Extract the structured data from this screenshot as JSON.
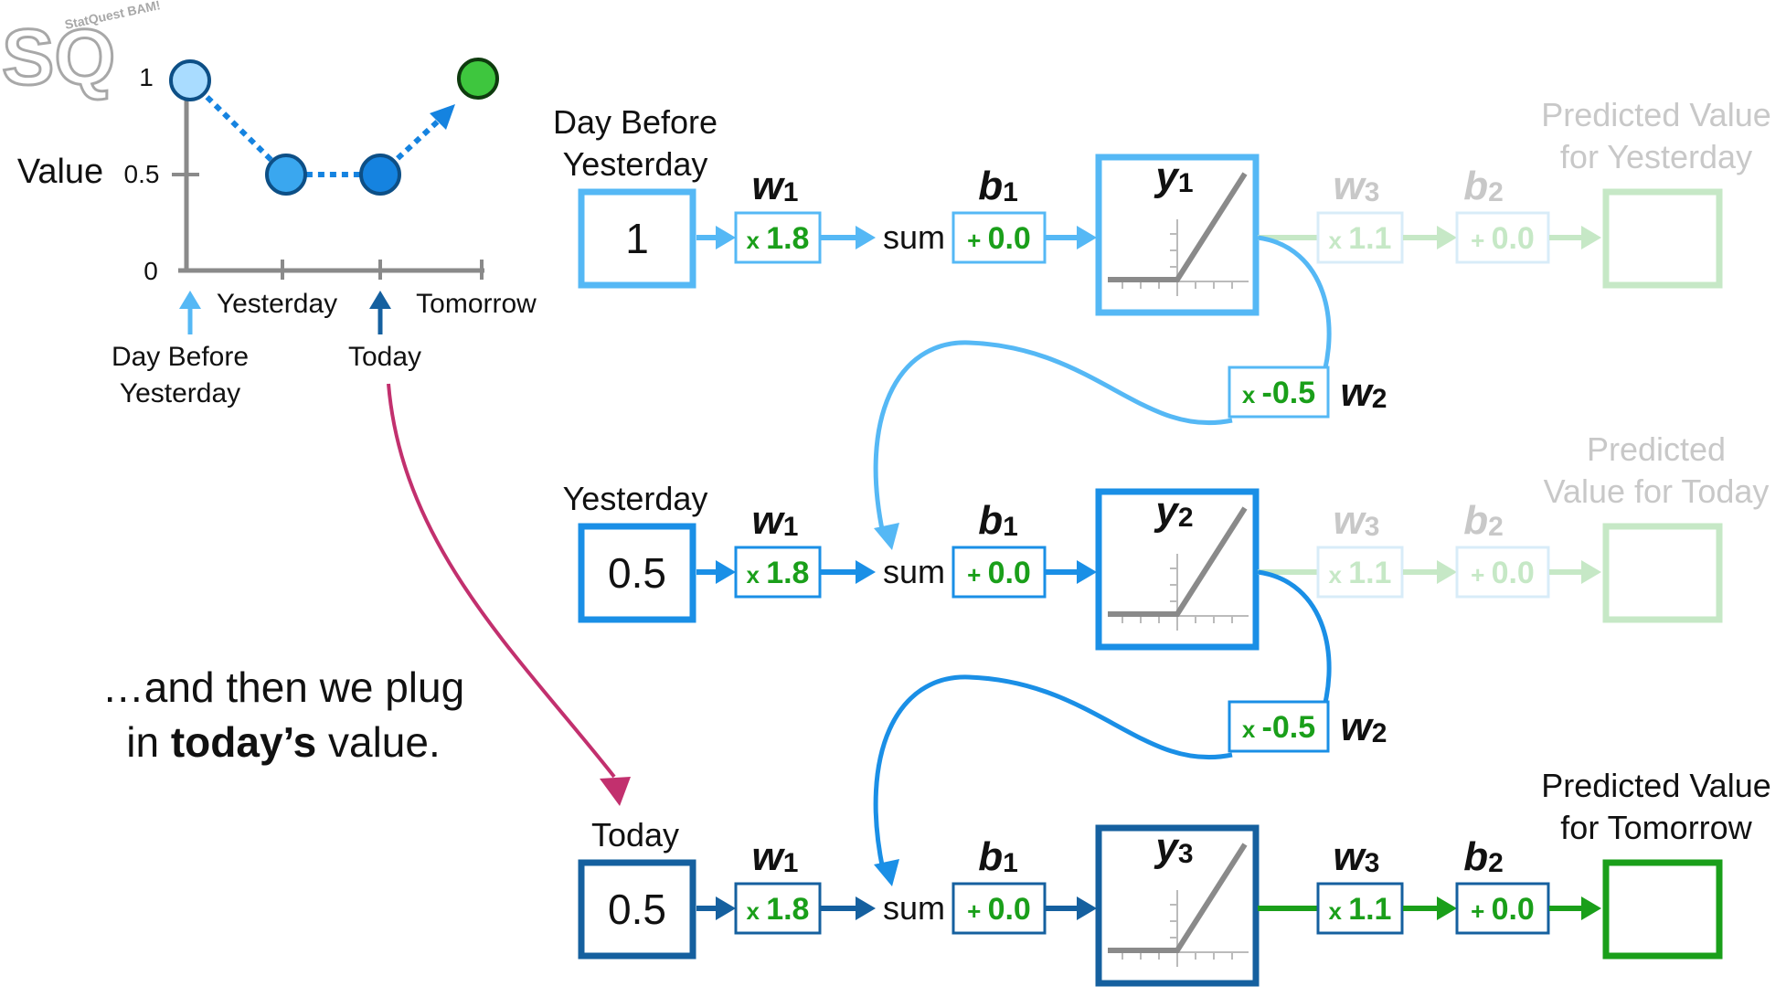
{
  "logo": {
    "text": "SQ",
    "small_text": "StatQuest BAM!"
  },
  "chart_data": {
    "type": "line",
    "x": [
      "Day Before Yesterday",
      "Yesterday",
      "Today",
      "Tomorrow"
    ],
    "series": [
      {
        "values": [
          1,
          0.5,
          0.5
        ],
        "points_colors": [
          "#a9dcff",
          "#3aa7ef",
          "#1583e0"
        ]
      },
      {
        "values": [
          null,
          null,
          0.5,
          1
        ],
        "point_color": "#3ec63e"
      }
    ],
    "title": "",
    "ylabel": "Value",
    "yticks": [
      "0",
      "0.5",
      "1"
    ],
    "xtick_labels_above": [
      "Yesterday",
      "Tomorrow"
    ],
    "xtick_labels_below": [
      "Day Before\nYesterday",
      "Today"
    ],
    "ylim": [
      0,
      1
    ]
  },
  "caption": {
    "pre": "…and then we plug",
    "mid": "in ",
    "bold": "today’s",
    "post": " value."
  },
  "rows": [
    {
      "label": "Day Before\nYesterday",
      "input": "1",
      "w1_name": "w",
      "w1_sub": "1",
      "w1_value": "x 1.8",
      "sum": "sum",
      "b1_name": "b",
      "b1_sub": "1",
      "b1_value": "+ 0.0",
      "y_name": "y",
      "y_sub": "1",
      "w3_name": "w",
      "w3_sub": "3",
      "w3_value": "x 1.1",
      "b2_name": "b",
      "b2_sub": "2",
      "b2_value": "+ 0.0",
      "output_label": "Predicted Value\nfor Yesterday",
      "output": "",
      "color": "#55b8f5",
      "faded": true
    },
    {
      "label": "Yesterday",
      "input": "0.5",
      "w1_name": "w",
      "w1_sub": "1",
      "w1_value": "x 1.8",
      "sum": "sum",
      "b1_name": "b",
      "b1_sub": "1",
      "b1_value": "+ 0.0",
      "y_name": "y",
      "y_sub": "2",
      "w3_name": "w",
      "w3_sub": "3",
      "w3_value": "x 1.1",
      "b2_name": "b",
      "b2_sub": "2",
      "b2_value": "+ 0.0",
      "output_label": "Predicted\nValue for Today",
      "output": "",
      "color": "#1a8fe6",
      "faded": true
    },
    {
      "label": "Today",
      "input": "0.5",
      "w1_name": "w",
      "w1_sub": "1",
      "w1_value": "x 1.8",
      "sum": "sum",
      "b1_name": "b",
      "b1_sub": "1",
      "b1_value": "+ 0.0",
      "y_name": "y",
      "y_sub": "3",
      "w3_name": "w",
      "w3_sub": "3",
      "w3_value": "x 1.1",
      "b2_name": "b",
      "b2_sub": "2",
      "b2_value": "+ 0.0",
      "output_label": "Predicted Value\nfor Tomorrow",
      "output": "",
      "color": "#15609f",
      "faded": false
    }
  ],
  "feedback": [
    {
      "value": "x -0.5",
      "name": "w",
      "sub": "2",
      "color": "#55b8f5"
    },
    {
      "value": "x -0.5",
      "name": "w",
      "sub": "2",
      "color": "#1a8fe6"
    }
  ],
  "colors": {
    "green": "#1a9f1a",
    "faded_green": "#c6e8c6",
    "faded_text": "#c8c8c8",
    "magenta": "#c2306e",
    "axis": "#8a8a8a"
  }
}
